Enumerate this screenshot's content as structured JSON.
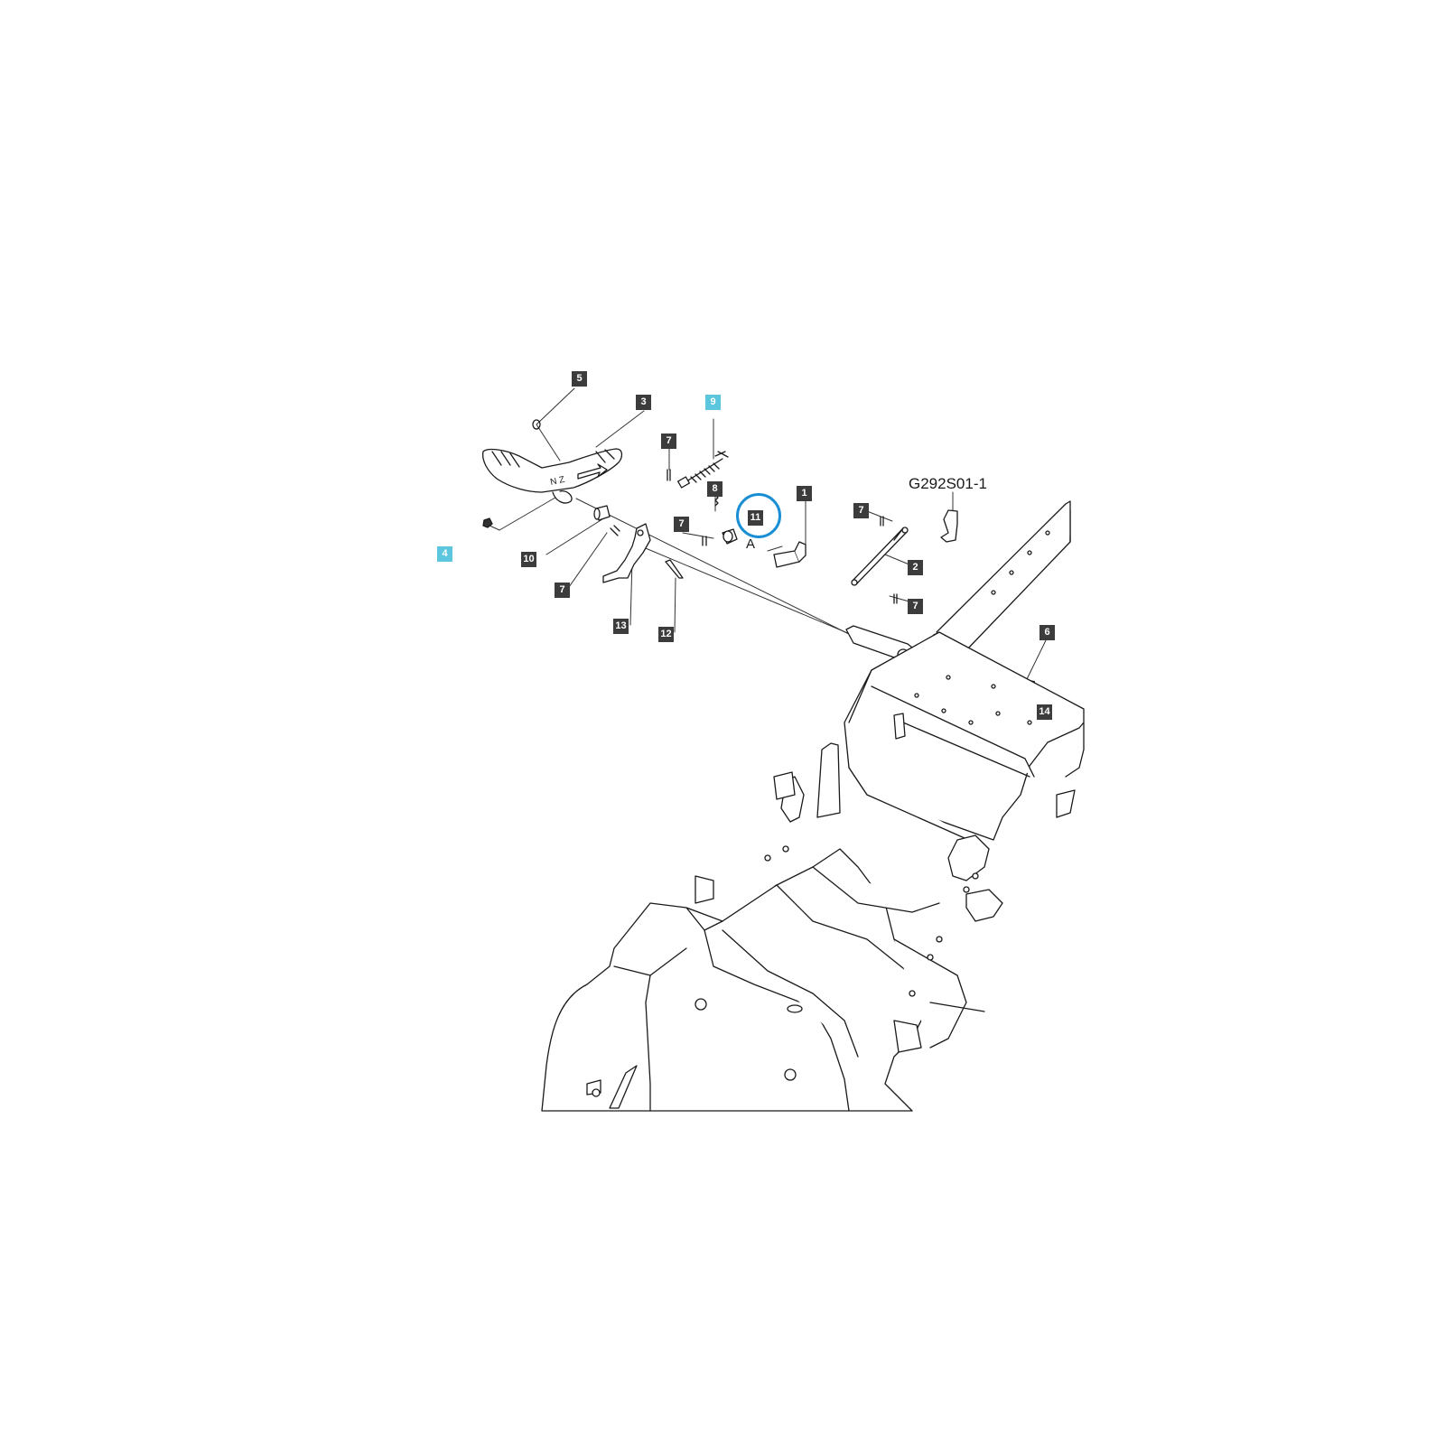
{
  "diagram": {
    "code": "G292S01-1",
    "view_letter": "A",
    "highlight_color": "#5bc6dd",
    "focus_color": "#1a8fd6",
    "tag_color": "#3c3c3c"
  },
  "callouts": {
    "p1": "1",
    "p2": "2",
    "p3": "3",
    "p4": "4",
    "p5": "5",
    "p6": "6",
    "p7a": "7",
    "p7b": "7",
    "p7c": "7",
    "p7d": "7",
    "p7e": "7",
    "p8": "8",
    "p9": "9",
    "p10": "10",
    "p11": "11",
    "p12": "12",
    "p13": "13",
    "p14": "14"
  },
  "highlighted_parts": [
    "4",
    "9"
  ],
  "focused_part": "11"
}
